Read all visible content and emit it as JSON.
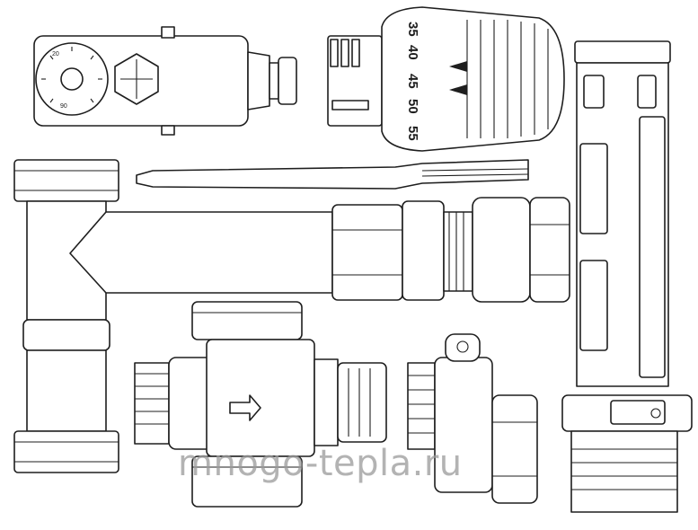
{
  "watermark": "mnogo-tepla.ru",
  "thermo_head_scale": [
    "35",
    "40",
    "45",
    "50",
    "55"
  ],
  "dial_labels": [
    "20",
    "90"
  ]
}
